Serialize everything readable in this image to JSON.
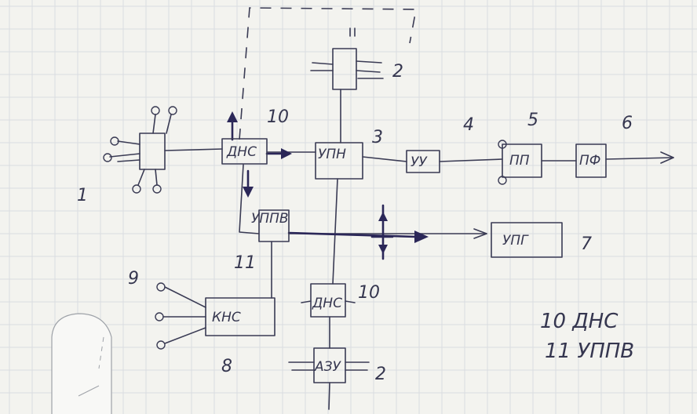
{
  "blocks": {
    "dns_top": "ДНС",
    "upn": "УПН",
    "uu": "УУ",
    "pp": "ПП",
    "pf": "ПФ",
    "uppv": "УППВ",
    "upg": "УПГ",
    "kns": "КНС",
    "dns_bottom": "ДНС",
    "azu": "АЗУ"
  },
  "numbers": {
    "n1": "1",
    "n2_top": "2",
    "n3": "3",
    "n4": "4",
    "n5": "5",
    "n6": "6",
    "n7": "7",
    "n8": "8",
    "n9": "9",
    "n10_top": "10",
    "n10_mid": "10",
    "n11": "11",
    "n2_bottom": "2"
  },
  "legend": {
    "line1": "10 ДНС",
    "line2": "11 УППВ"
  },
  "colors": {
    "ink": "#3a3b54",
    "bold_ink": "#2b2758",
    "paper": "#f3f3ef",
    "grid": "#d9dde0"
  }
}
